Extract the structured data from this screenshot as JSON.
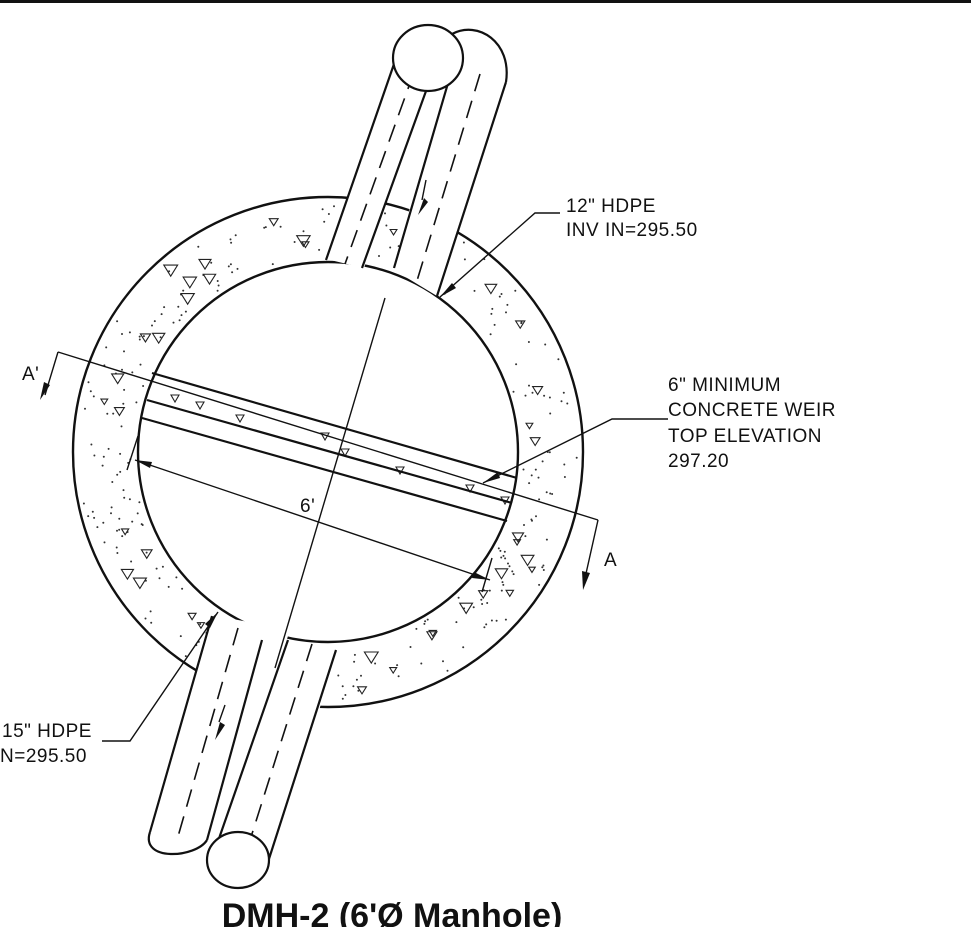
{
  "inlet_pipe": {
    "size": "12\" HDPE",
    "invert": "INV IN=295.50"
  },
  "weir": {
    "line1": "6\" MINIMUM",
    "line2": "CONCRETE WEIR",
    "line3": "TOP ELEVATION",
    "line4": "297.20"
  },
  "outlet_pipe": {
    "size": "15\" HDPE",
    "invert": "N=295.50"
  },
  "dimension": "6'",
  "section_left": "A'",
  "section_right": "A",
  "title": "DMH-2 (6'Ø Manhole)"
}
